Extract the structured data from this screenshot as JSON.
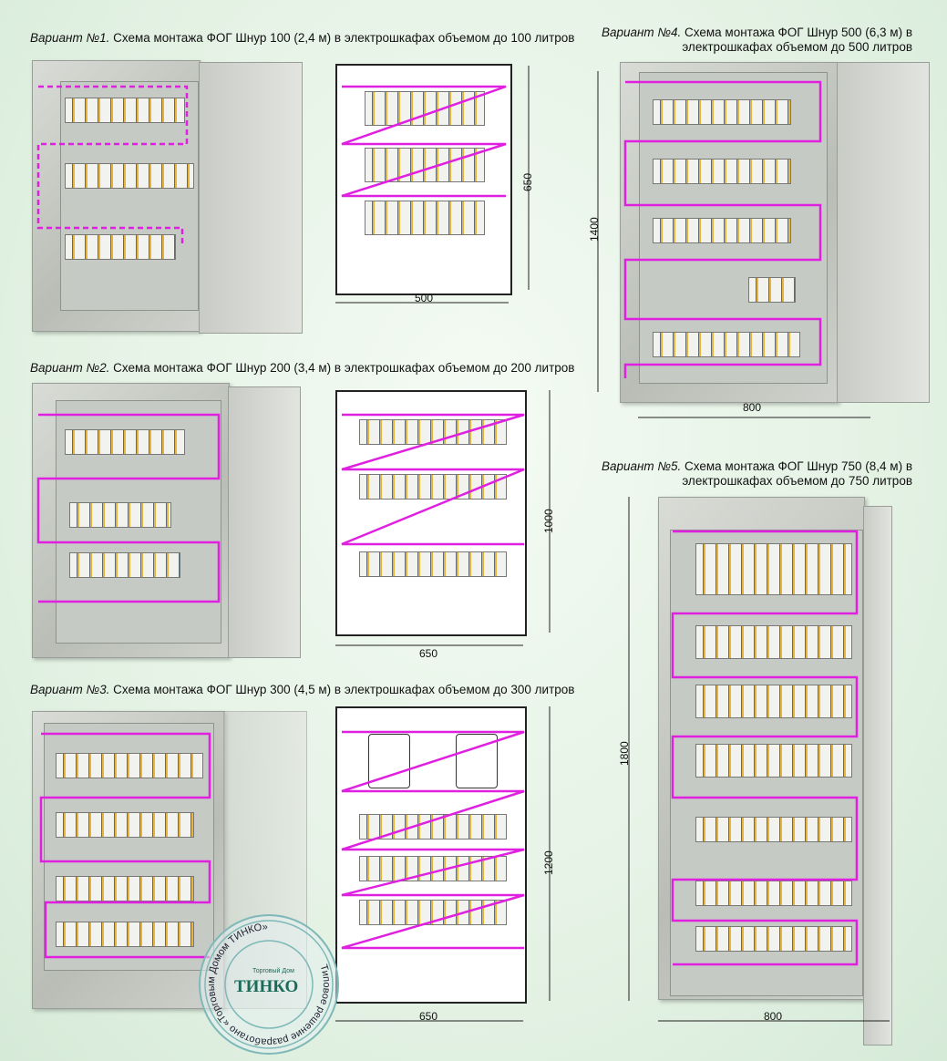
{
  "variants": [
    {
      "label": "Вариант №1.",
      "text": " Схема монтажа ФОГ Шнур 100 (2,4 м) в электрошкафах объемом до 100 литров",
      "height": "650",
      "width": "500"
    },
    {
      "label": "Вариант №2.",
      "text": " Схема монтажа ФОГ Шнур 200 (3,4 м) в электрошкафах объемом до 200 литров",
      "height": "1000",
      "width": "650"
    },
    {
      "label": "Вариант №3.",
      "text": " Схема монтажа ФОГ Шнур 300 (4,5 м) в электрошкафах объемом до 300 литров",
      "height": "1200",
      "width": "650"
    },
    {
      "label": "Вариант №4.",
      "text": " Схема монтажа ФОГ Шнур 500 (6,3 м)  в",
      "text2": "электрошкафах объемом до 500 литров",
      "height": "1400",
      "width": "800"
    },
    {
      "label": "Вариант №5.",
      "text": " Схема монтажа ФОГ Шнур 750 (8,4 м) в",
      "text2": "электрошкафах объемом до 750 литров",
      "height": "1800",
      "width": "800"
    }
  ],
  "stamp": {
    "ring_text": "Типовое решение разработано «Торговым Домом ТИНКО»",
    "brand": "ТИНКО",
    "brand_sub": "Торговый Дом"
  },
  "colors": {
    "cable": "#e020e0",
    "stamp": "#7fb8b8",
    "brand": "#1a6b5a"
  }
}
